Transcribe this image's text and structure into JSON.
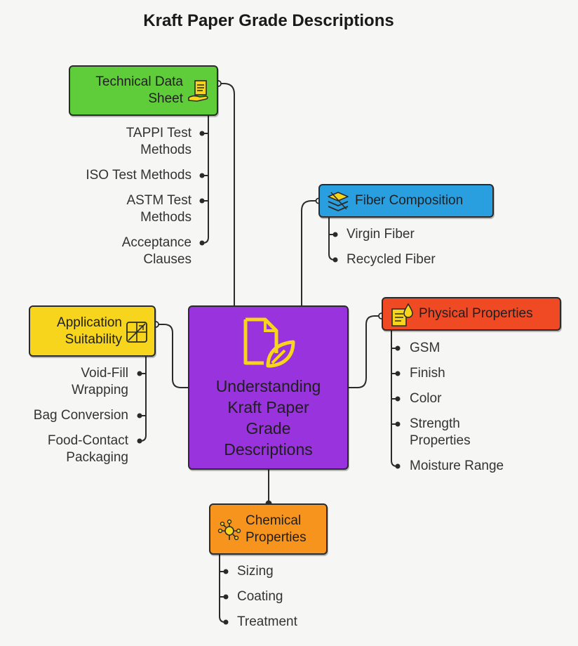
{
  "title": "Kraft Paper Grade Descriptions",
  "colors": {
    "center": "#9933dd",
    "technical": "#5fcc3a",
    "fiber": "#2a9fe0",
    "physical": "#f04a24",
    "application": "#f7d51d",
    "chemical": "#f7941d",
    "line": "#2b2b2b"
  },
  "center": {
    "label_lines": [
      "Understanding",
      "Kraft Paper",
      "Grade",
      "Descriptions"
    ],
    "icon": "document-leaf-icon"
  },
  "branches": {
    "technical": {
      "label_lines": [
        "Technical Data",
        "Sheet"
      ],
      "icon": "document-hand-icon",
      "items": [
        {
          "lines": [
            "TAPPI Test",
            "Methods"
          ]
        },
        {
          "lines": [
            "ISO Test Methods"
          ]
        },
        {
          "lines": [
            "ASTM Test",
            "Methods"
          ]
        },
        {
          "lines": [
            "Acceptance",
            "Clauses"
          ]
        }
      ]
    },
    "fiber": {
      "label_lines": [
        "Fiber Composition"
      ],
      "icon": "fiber-stack-icon",
      "items": [
        {
          "lines": [
            "Virgin Fiber"
          ]
        },
        {
          "lines": [
            "Recycled Fiber"
          ]
        }
      ]
    },
    "physical": {
      "label_lines": [
        "Physical Properties"
      ],
      "icon": "document-drop-icon",
      "items": [
        {
          "lines": [
            "GSM"
          ]
        },
        {
          "lines": [
            "Finish"
          ]
        },
        {
          "lines": [
            "Color"
          ]
        },
        {
          "lines": [
            "Strength",
            "Properties"
          ]
        },
        {
          "lines": [
            "Moisture Range"
          ]
        }
      ]
    },
    "application": {
      "label_lines": [
        "Application",
        "Suitability"
      ],
      "icon": "suitability-grid-icon",
      "items": [
        {
          "lines": [
            "Void-Fill",
            "Wrapping"
          ]
        },
        {
          "lines": [
            "Bag Conversion"
          ]
        },
        {
          "lines": [
            "Food-Contact",
            "Packaging"
          ]
        }
      ]
    },
    "chemical": {
      "label_lines": [
        "Chemical",
        "Properties"
      ],
      "icon": "molecule-icon",
      "items": [
        {
          "lines": [
            "Sizing"
          ]
        },
        {
          "lines": [
            "Coating"
          ]
        },
        {
          "lines": [
            "Treatment"
          ]
        }
      ]
    }
  }
}
